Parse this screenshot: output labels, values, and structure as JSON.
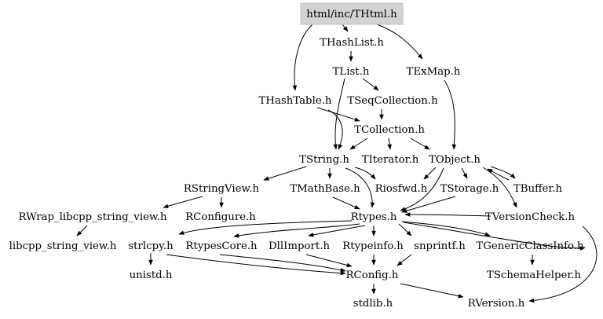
{
  "colors": {
    "root_fill": "#d3d3d3",
    "text": "#000000",
    "edge": "#000000",
    "background": "#ffffff"
  },
  "nodes": {
    "root": "html/inc/THtml.h",
    "thashlist": "THashList.h",
    "tlist": "TList.h",
    "texmap": "TExMap.h",
    "thashtable": "THashTable.h",
    "tseqcollection": "TSeqCollection.h",
    "tcollection": "TCollection.h",
    "tstring": "TString.h",
    "titerator": "TIterator.h",
    "tobject": "TObject.h",
    "rstringview": "RStringView.h",
    "tmathbase": "TMathBase.h",
    "riosfwd": "Riosfwd.h",
    "tstorage": "TStorage.h",
    "tbuffer": "TBuffer.h",
    "rwrap": "RWrap_libcpp_string_view.h",
    "rconfigure": "RConfigure.h",
    "rtypes": "Rtypes.h",
    "tversioncheck": "TVersionCheck.h",
    "libcpp": "libcpp_string_view.h",
    "strlcpy": "strlcpy.h",
    "rtypescore": "RtypesCore.h",
    "dllimport": "DllImport.h",
    "rtypeinfo": "Rtypeinfo.h",
    "snprintf": "snprintf.h",
    "tgenericclassinfo": "TGenericClassInfo.h",
    "unistd": "unistd.h",
    "rconfig": "RConfig.h",
    "tschemahelper": "TSchemaHelper.h",
    "stdlib": "stdlib.h",
    "rversion": "RVersion.h"
  }
}
